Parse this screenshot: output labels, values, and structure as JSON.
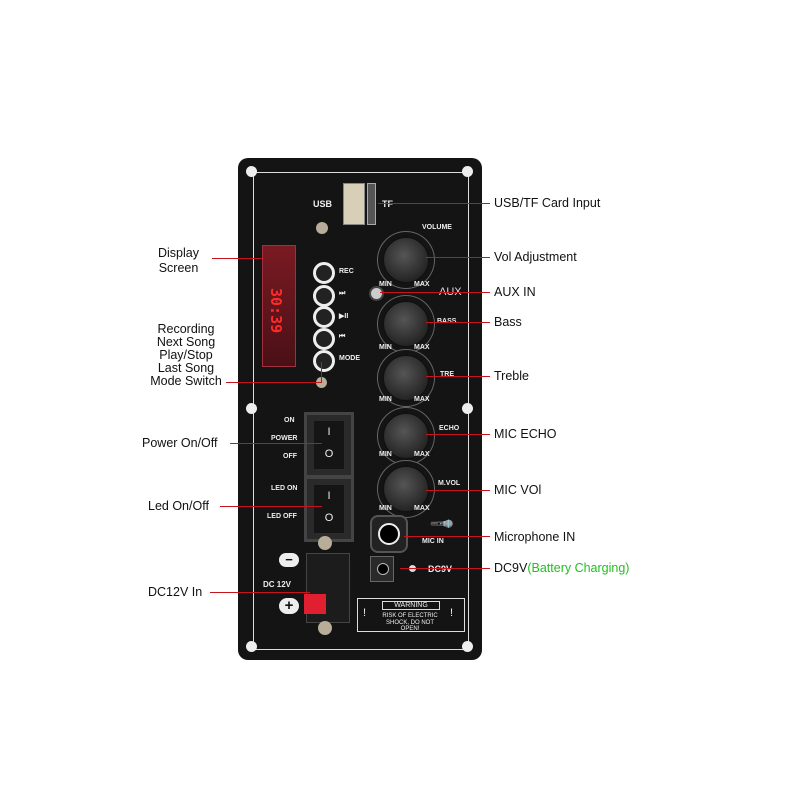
{
  "panel": {
    "usb_label": "USB",
    "tf_label": "TF",
    "display_digits": "30:39",
    "buttons": [
      {
        "label": "REC"
      },
      {
        "label": "⏭"
      },
      {
        "label": "▶II"
      },
      {
        "label": "⏮"
      },
      {
        "label": "MODE"
      }
    ],
    "knobs": [
      {
        "label": "VOLUME",
        "min": "MIN",
        "max": "MAX"
      },
      {
        "label": "BASS",
        "min": "MIN",
        "max": "MAX"
      },
      {
        "label": "TRE",
        "min": "MIN",
        "max": "MAX"
      },
      {
        "label": "ECHO",
        "min": "MIN",
        "max": "MAX"
      },
      {
        "label": "M.VOL",
        "min": "MIN",
        "max": "MAX"
      }
    ],
    "aux_label": "AUX",
    "power_switch": {
      "on": "ON",
      "name": "POWER",
      "off": "OFF",
      "i": "I",
      "o": "O"
    },
    "led_switch": {
      "on": "LED ON",
      "off": "LED OFF",
      "i": "I",
      "o": "O"
    },
    "mic_in_label": "MIC IN",
    "dc9v_label": "DC9V",
    "dc12v_label": "DC 12V",
    "minus": "−",
    "plus": "+",
    "warning": {
      "title": "WARNING",
      "line1": "RISK OF ELECTRIC",
      "line2": "SHOCK, DO NOT OPEN!",
      "symbol": "!"
    }
  },
  "callouts_left": {
    "display": [
      "Display",
      "Screen"
    ],
    "buttons": [
      "Recording",
      "Next Song",
      "Play/Stop",
      "Last Song",
      "Mode Switch"
    ],
    "power": "Power On/Off",
    "led": "Led On/Off",
    "dc12v": "DC12V In"
  },
  "callouts_right": {
    "usb_tf": "USB/TF Card Input",
    "vol": "Vol Adjustment",
    "aux": "AUX IN",
    "bass": "Bass",
    "treble": "Treble",
    "echo": "MIC ECHO",
    "mvol": "MIC VOl",
    "mic": "Microphone IN",
    "dc9v": "DC9V",
    "dc9v_note": "(Battery Charging)"
  },
  "colors": {
    "callout_line": "#c8121c",
    "note_green": "#22c022",
    "display_red": "#ff2a2a"
  }
}
